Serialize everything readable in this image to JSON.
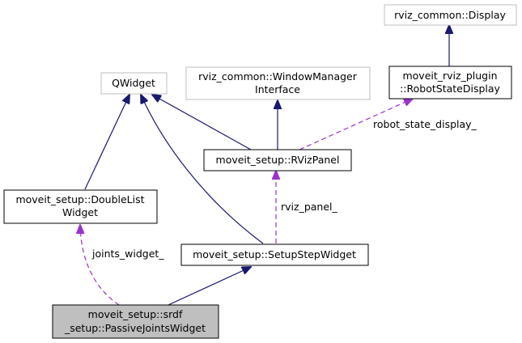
{
  "colors": {
    "inherit_edge": "#191970",
    "usage_edge": "#9a32cd",
    "node_border": "#000000",
    "external_node_border": "#bfbfbf",
    "focus_node_fill": "#bfbfbf"
  },
  "nodes": {
    "display": {
      "lines": [
        "rviz_common::Display"
      ]
    },
    "robot_state_display": {
      "lines": [
        "moveit_rviz_plugin",
        "::RobotStateDisplay"
      ]
    },
    "qwidget": {
      "lines": [
        "QWidget"
      ]
    },
    "window_manager_interface": {
      "lines": [
        "rviz_common::WindowManager",
        "Interface"
      ]
    },
    "rviz_panel": {
      "lines": [
        "moveit_setup::RVizPanel"
      ]
    },
    "double_list_widget": {
      "lines": [
        "moveit_setup::DoubleList",
        "Widget"
      ]
    },
    "setup_step_widget": {
      "lines": [
        "moveit_setup::SetupStepWidget"
      ]
    },
    "passive_joints_widget": {
      "lines": [
        "moveit_setup::srdf",
        "_setup::PassiveJointsWidget"
      ]
    }
  },
  "edge_labels": {
    "robot_state_display": "robot_state_display_",
    "rviz_panel": "rviz_panel_",
    "joints_widget": "joints_widget_"
  }
}
